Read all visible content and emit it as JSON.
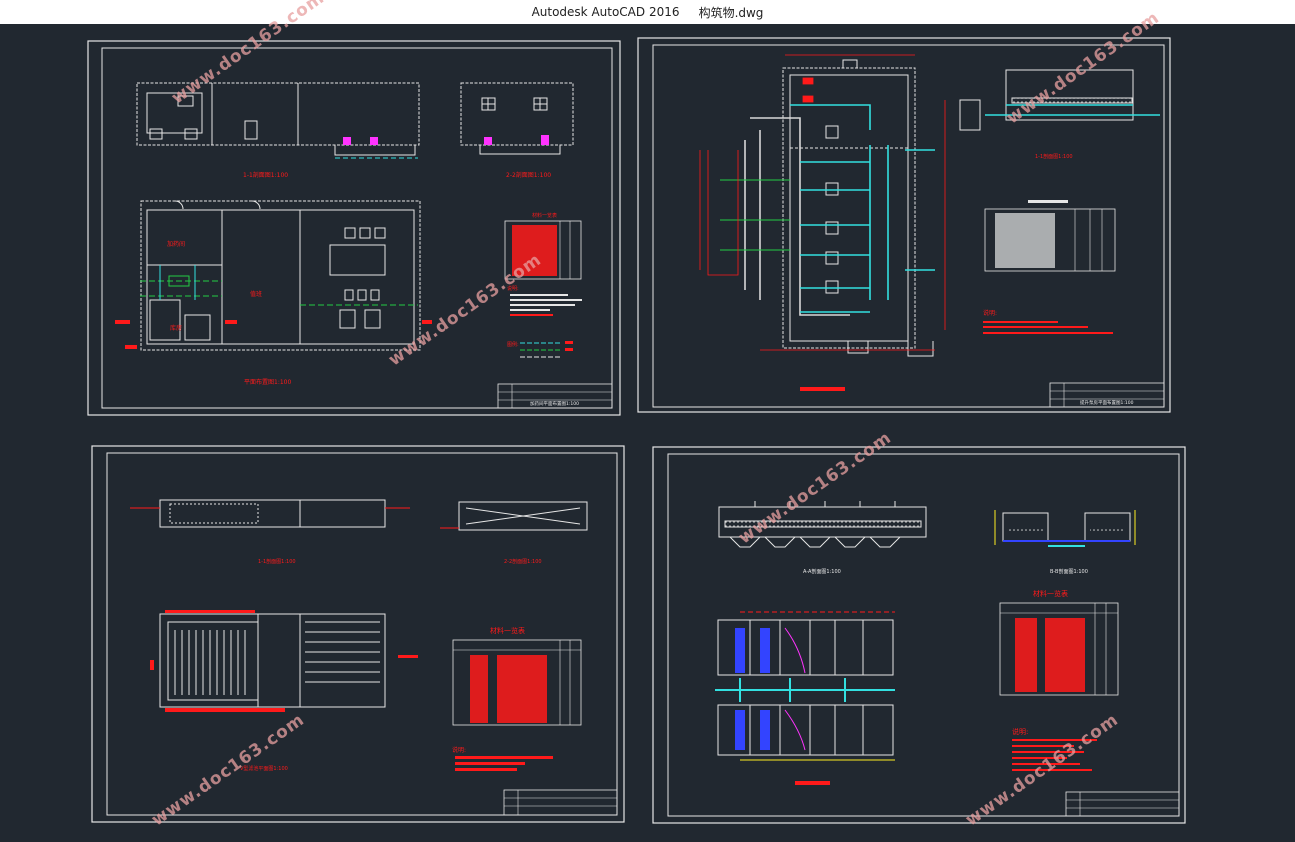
{
  "window": {
    "app_name": "Autodesk AutoCAD 2016",
    "file_name": "构筑物.dwg"
  },
  "sheets": {
    "top_left": {
      "section_a": "1-1剖面图1:100",
      "section_b": "2-2剖面图1:100",
      "plan_title": "平面布置图1:100",
      "room_1": "加药间",
      "room_2": "值班",
      "room_3": "库房",
      "table_title": "材料一览表",
      "notes_label": "说明:",
      "legend_label": "图例:",
      "title_block": "加药间平面布置图1:100"
    },
    "top_right": {
      "section_title": "1-1剖面图1:100",
      "notes_label": "说明:",
      "title_block": "提升泵房平面布置图1:100"
    },
    "bottom_left": {
      "section_a": "1-1剖面图1:100",
      "section_b": "2-2剖面图1:100",
      "plan_title": "V型滤池平面图1:100",
      "table_title": "材料一览表",
      "notes_label": "说明:"
    },
    "bottom_right": {
      "section_a": "A-A剖面图1:100",
      "section_b": "B-B剖面图1:100",
      "table_title": "材料一览表",
      "notes_label": "说明:"
    }
  },
  "watermark": "www.doc163.com",
  "colors": {
    "background": "#212830",
    "line_white": "#e6e6e6",
    "red": "#ff1a1a",
    "cyan": "#33e0e0",
    "green": "#22cc44",
    "magenta": "#ff33ff",
    "blue": "#3344ff",
    "yellow": "#ffee22"
  }
}
